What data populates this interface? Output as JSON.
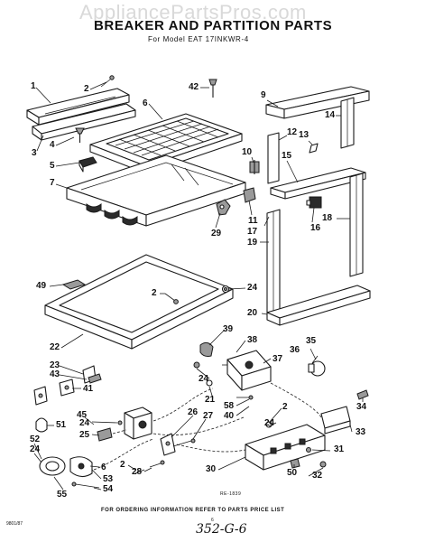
{
  "watermark": "AppliancePartsPros.com",
  "title": "BREAKER AND PARTITION PARTS",
  "subtitle": "For Model EAT 17INKWR-4",
  "figure_code": "RE-1839",
  "footer": "FOR ORDERING INFORMATION REFER TO PARTS PRICE LIST",
  "page_number": "6",
  "corner_code": "9801/87",
  "handwritten_note": "352-G-6",
  "callouts": [
    "1",
    "2",
    "3",
    "4",
    "5",
    "6",
    "7",
    "42",
    "9",
    "14",
    "12",
    "13",
    "10",
    "15",
    "11",
    "17",
    "16",
    "18",
    "29",
    "19",
    "49",
    "2",
    "24",
    "20",
    "22",
    "39",
    "38",
    "35",
    "36",
    "37",
    "23",
    "43",
    "41",
    "24",
    "21",
    "45",
    "24",
    "58",
    "40",
    "2",
    "34",
    "51",
    "24",
    "25",
    "26",
    "27",
    "33",
    "52",
    "24",
    "28",
    "2",
    "31",
    "30",
    "53",
    "6",
    "32",
    "54",
    "55",
    "50"
  ]
}
